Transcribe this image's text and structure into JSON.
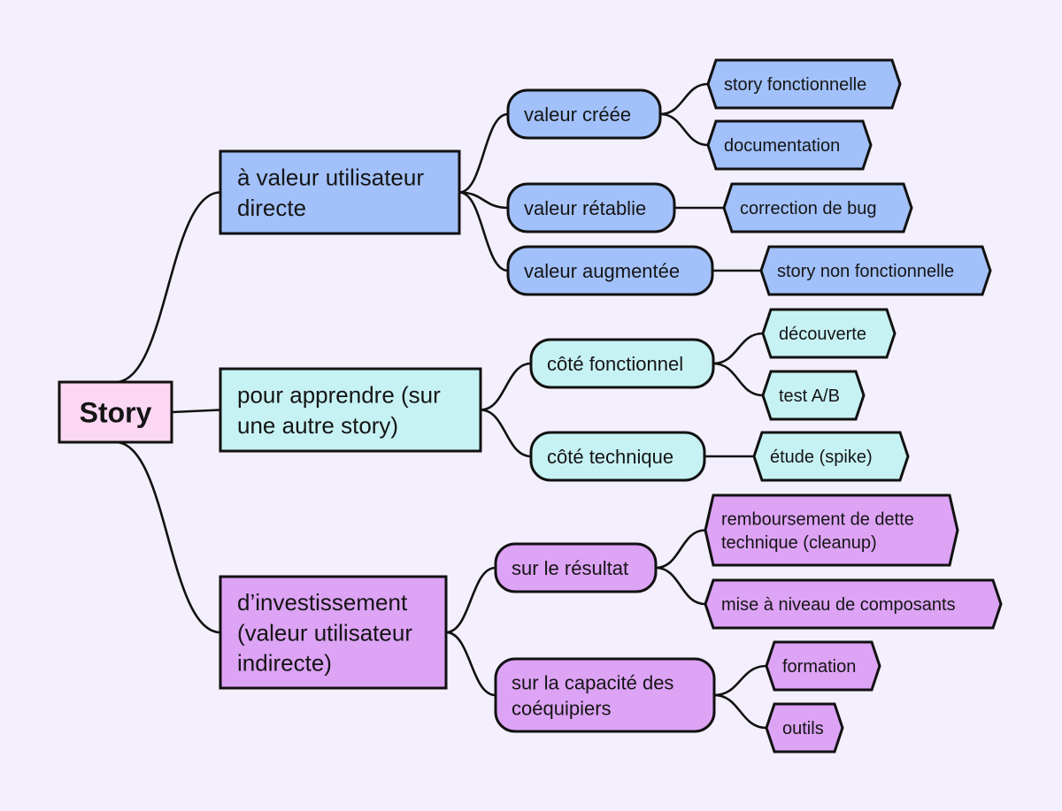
{
  "colors": {
    "background": "#f4effd",
    "root": "#fcd7f3",
    "blue": "#a2c1fb",
    "cyan": "#c7f2f4",
    "purple": "#dda3f5",
    "stroke": "#111111"
  },
  "root": {
    "lines": [
      "Story"
    ]
  },
  "branches": [
    {
      "color": "blue",
      "lines": [
        "à valeur utilisateur",
        "directe"
      ],
      "children": [
        {
          "lines": [
            "valeur créée"
          ],
          "children": [
            {
              "lines": [
                "story fonctionnelle"
              ]
            },
            {
              "lines": [
                "documentation"
              ]
            }
          ]
        },
        {
          "lines": [
            "valeur rétablie"
          ],
          "children": [
            {
              "lines": [
                "correction de bug"
              ]
            }
          ]
        },
        {
          "lines": [
            "valeur augmentée"
          ],
          "children": [
            {
              "lines": [
                "story non fonctionnelle"
              ]
            }
          ]
        }
      ]
    },
    {
      "color": "cyan",
      "lines": [
        "pour apprendre (sur",
        "une autre story)"
      ],
      "children": [
        {
          "lines": [
            "côté fonctionnel"
          ],
          "children": [
            {
              "lines": [
                "découverte"
              ]
            },
            {
              "lines": [
                "test A/B"
              ]
            }
          ]
        },
        {
          "lines": [
            "côté technique"
          ],
          "children": [
            {
              "lines": [
                "étude (spike)"
              ]
            }
          ]
        }
      ]
    },
    {
      "color": "purple",
      "lines": [
        "d’investissement",
        "(valeur utilisateur",
        "indirecte)"
      ],
      "children": [
        {
          "lines": [
            "sur le résultat"
          ],
          "children": [
            {
              "lines": [
                "remboursement de dette",
                "technique (cleanup)"
              ]
            },
            {
              "lines": [
                "mise à niveau de composants"
              ]
            }
          ]
        },
        {
          "lines": [
            "sur la capacité des",
            "coéquipiers"
          ],
          "children": [
            {
              "lines": [
                "formation"
              ]
            },
            {
              "lines": [
                "outils"
              ]
            }
          ]
        }
      ]
    }
  ]
}
